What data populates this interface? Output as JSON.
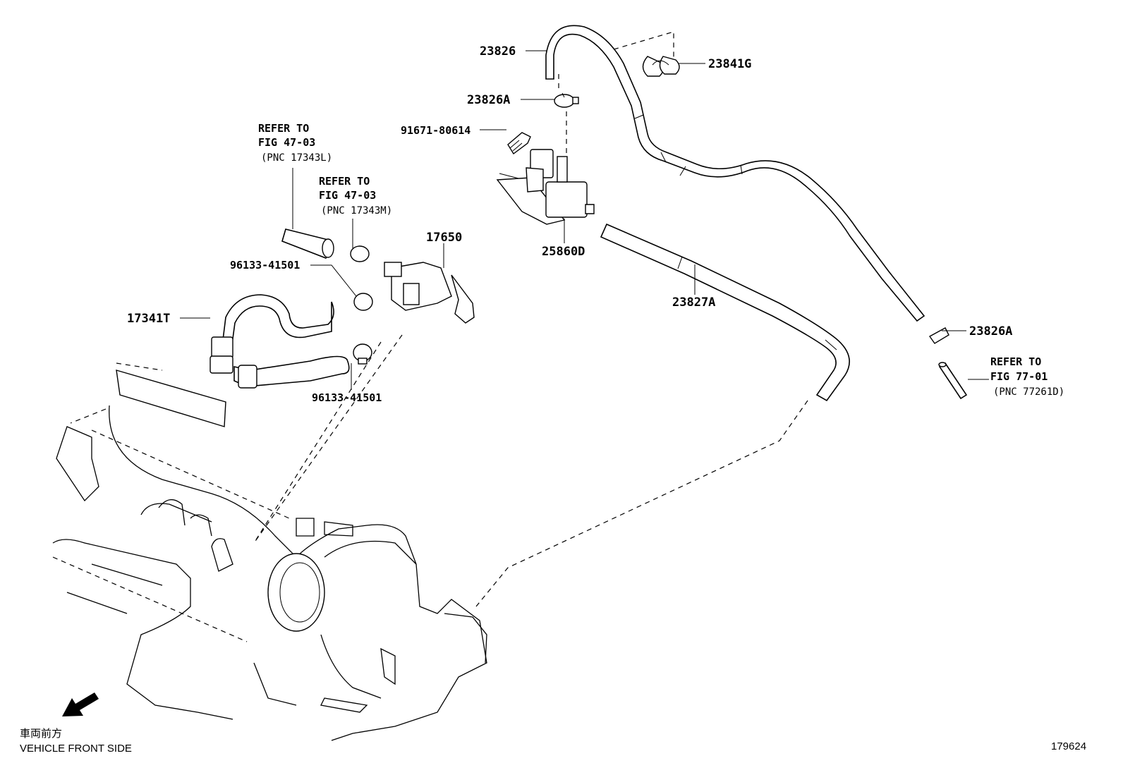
{
  "part_labels": {
    "p23826": "23826",
    "p23841G": "23841G",
    "p23826A_top": "23826A",
    "p91671": "91671-80614",
    "p25860D": "25860D",
    "p17650": "17650",
    "p96133_top": "96133-41501",
    "p17341T": "17341T",
    "p96133_bot": "96133-41501",
    "p23827A": "23827A",
    "p23826A_right": "23826A"
  },
  "refer_notes": {
    "note1": {
      "line1": "REFER TO",
      "line2": "FIG 47-03",
      "line3": "(PNC 17343L)"
    },
    "note2": {
      "line1": "REFER TO",
      "line2": "FIG 47-03",
      "line3": "(PNC 17343M)"
    },
    "note3": {
      "line1": "REFER TO",
      "line2": "FIG 77-01",
      "line3": "(PNC 77261D)"
    }
  },
  "orientation": {
    "jp": "車両前方",
    "en": "VEHICLE FRONT SIDE"
  },
  "figure_id": "179624"
}
